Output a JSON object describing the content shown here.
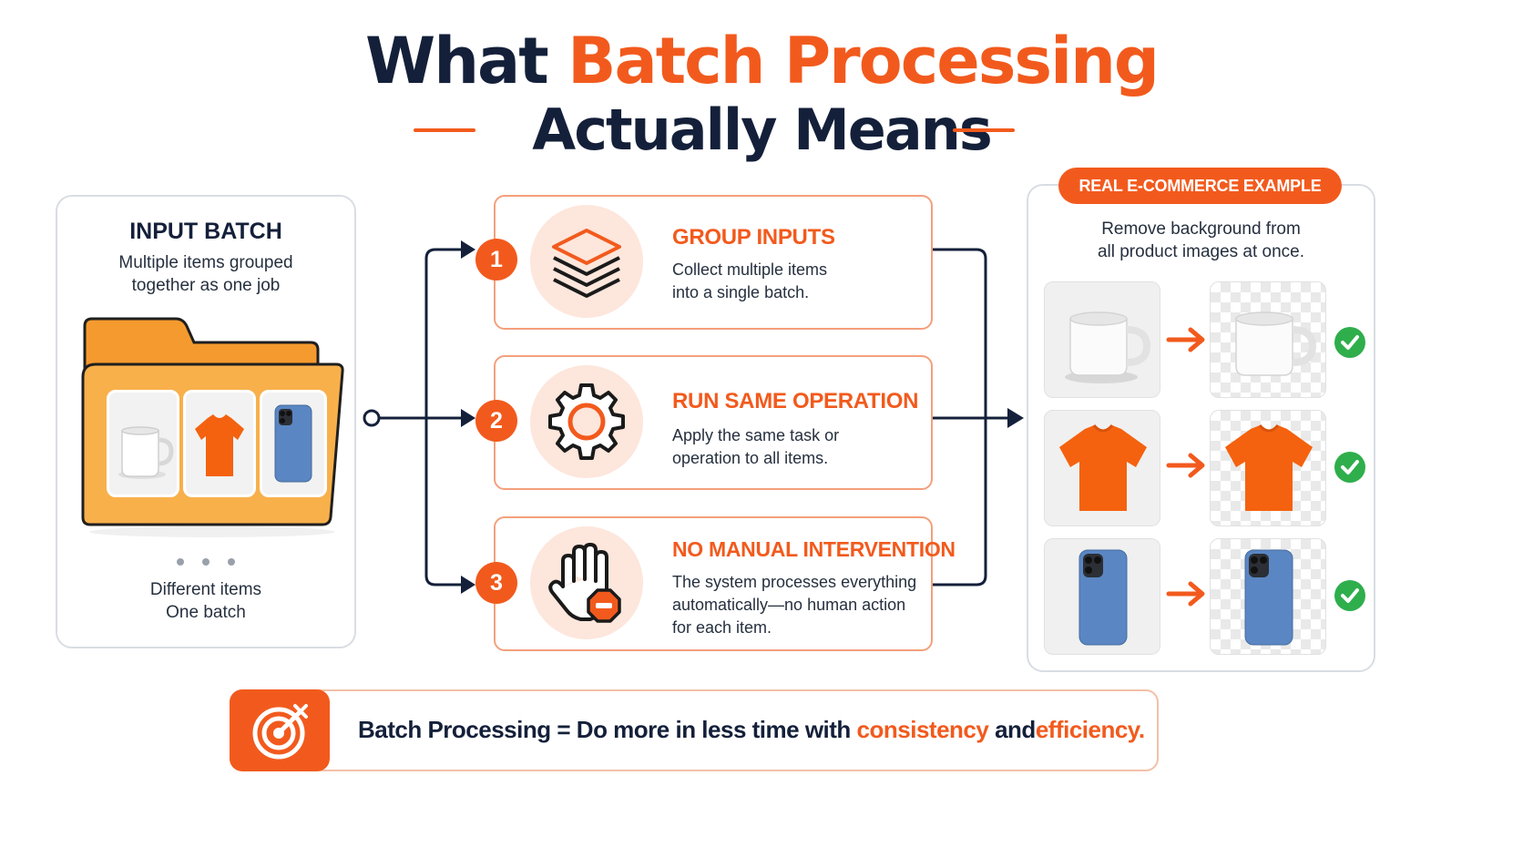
{
  "title": {
    "line1_dark": "What",
    "line1_orange": "Batch Processing",
    "line2": "Actually Means"
  },
  "input_batch": {
    "heading": "INPUT BATCH",
    "desc_line1": "Multiple items grouped",
    "desc_line2": "together as one job",
    "caption_line1": "Different items",
    "caption_line2": "One batch"
  },
  "steps": [
    {
      "number": "1",
      "title": "GROUP INPUTS",
      "desc_line1": "Collect multiple items",
      "desc_line2": "into a single batch.",
      "desc_line3": "",
      "icon": "layers-icon"
    },
    {
      "number": "2",
      "title": "RUN SAME OPERATION",
      "desc_line1": "Apply the same task or",
      "desc_line2": "operation to all items.",
      "desc_line3": "",
      "icon": "gear-icon"
    },
    {
      "number": "3",
      "title": "NO MANUAL INTERVENTION",
      "desc_line1": "The system processes everything",
      "desc_line2": "automatically—no human action",
      "desc_line3": "for each item.",
      "icon": "hand-stop-icon"
    }
  ],
  "example": {
    "badge": "REAL E-COMMERCE EXAMPLE",
    "desc_line1": "Remove background from",
    "desc_line2": "all product images at once.",
    "rows": [
      {
        "item": "mug",
        "status": "check-icon"
      },
      {
        "item": "t-shirt",
        "status": "check-icon"
      },
      {
        "item": "phone-case",
        "status": "check-icon"
      }
    ]
  },
  "footer": {
    "part1": "Batch Processing",
    "equals": "=",
    "part2": "Do more in less time with",
    "highlight1": "consistency",
    "part3": "and",
    "highlight2": "efficiency.",
    "icon": "target-icon"
  },
  "colors": {
    "accent": "#f25a1d",
    "dark": "#14203a",
    "success": "#2fae4c",
    "folder": "#f8a640"
  }
}
